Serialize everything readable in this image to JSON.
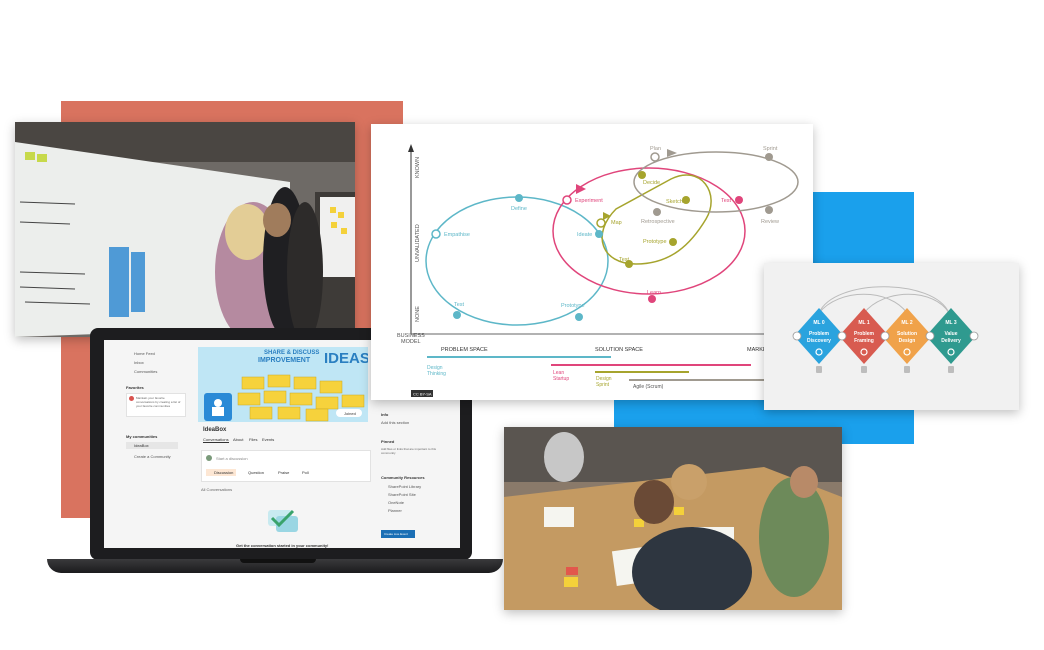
{
  "colors": {
    "salmon": "#d9735f",
    "blue": "#1aa0ec",
    "diagram_teal": "#5db7c8",
    "diagram_pink": "#e0457b",
    "diagram_olive": "#a6a42d",
    "diagram_grey": "#a09a90",
    "flow_blue": "#2aa3de",
    "flow_red": "#d85b50",
    "flow_orange": "#f0a24a",
    "flow_teal": "#2f9a8f"
  },
  "yammer": {
    "nav": [
      "Home Feed",
      "Inbox",
      "Communities"
    ],
    "favorites_title": "Favorites",
    "favorites_text": "Maintain your favorite conversations by creating a list of your favorite communities",
    "my_communities_title": "My communities",
    "communities": [
      "IdeaBox",
      "Create a Community"
    ],
    "banner_line1": "SHARE & DISCUSS",
    "banner_line2": "IMPROVEMENT",
    "banner_word": "IDEAS",
    "joined_label": "Joined",
    "community_name": "IdeaBox",
    "tabs": [
      "Conversations",
      "About",
      "Files",
      "Events"
    ],
    "composer_placeholder": "Start a discussion",
    "composer_actions": [
      "Discussion",
      "Question",
      "Praise",
      "Poll"
    ],
    "filter_label": "All Conversations",
    "info_title": "Info",
    "info_text": "Add this section",
    "pinned_title": "Pinned",
    "pinned_text": "Add files or links that are important to this community",
    "resources_title": "Community Resources",
    "resources": [
      "SharePoint Library",
      "SharePoint Site",
      "OneNote",
      "Planner"
    ],
    "live_event_button": "Create Live Event",
    "empty_text": "Get the conversation started in your community!"
  },
  "diagram": {
    "axis_labels": [
      "KNOWN",
      "UNVALIDATED",
      "NONE"
    ],
    "business_model": "BUSINESS MODEL",
    "space_labels": [
      "PROBLEM SPACE",
      "SOLUTION SPACE",
      "MARKE"
    ],
    "teal_nodes": [
      "Empathise",
      "Define",
      "Ideate",
      "Prototype",
      "Test"
    ],
    "pink_nodes": [
      "Experiment",
      "Test",
      "Learn"
    ],
    "olive_nodes": [
      "Decide",
      "Sketch",
      "Map",
      "Prototype",
      "Test"
    ],
    "grey_nodes": [
      "Plan",
      "Sprint",
      "Review",
      "Retrospective"
    ],
    "bars": [
      {
        "label": "Design Thinking"
      },
      {
        "label": "Lean Startup"
      },
      {
        "label": "Design Sprint"
      },
      {
        "label": "Agile (Scrum)"
      }
    ],
    "license_text": "CC BY-SA"
  },
  "flow": {
    "steps": [
      {
        "tag": "ML 0",
        "label1": "Problem",
        "label2": "Discovery"
      },
      {
        "tag": "ML 1",
        "label1": "Problem",
        "label2": "Framing"
      },
      {
        "tag": "ML 2",
        "label1": "Solution",
        "label2": "Design"
      },
      {
        "tag": "ML 3",
        "label1": "Value",
        "label2": "Delivery"
      }
    ]
  }
}
